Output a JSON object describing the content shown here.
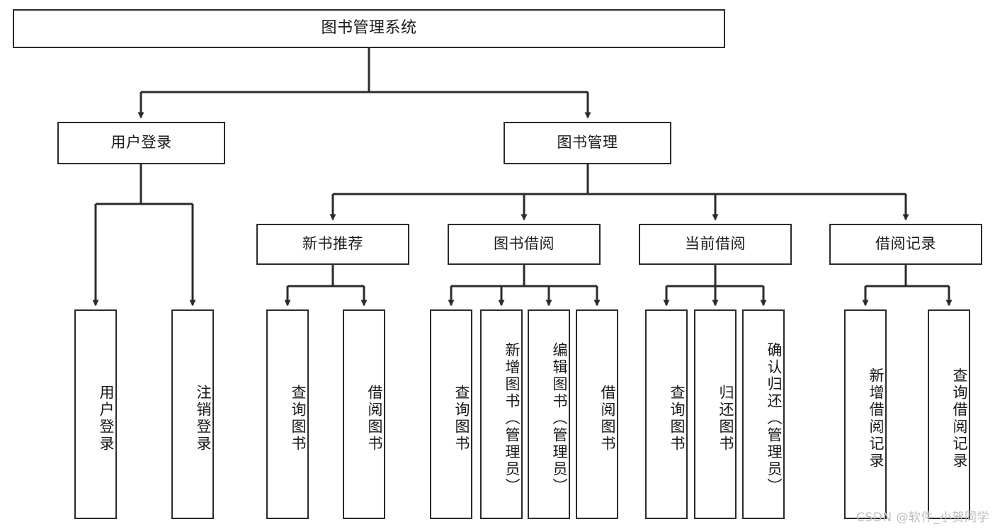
{
  "diagram": {
    "title": "图书管理系统",
    "watermark": "CSDN @软件_小贺同学",
    "line_color": "#2b2b2b",
    "box_fill": "#ffffff",
    "text_color": "#1a1a1a",
    "watermark_color": "#bdbdbd"
  },
  "nodes": {
    "root": {
      "label": "图书管理系统"
    },
    "level2": [
      {
        "label": "用户登录"
      },
      {
        "label": "图书管理"
      }
    ],
    "level3": [
      {
        "label": "新书推荐"
      },
      {
        "label": "图书借阅"
      },
      {
        "label": "当前借阅"
      },
      {
        "label": "借阅记录"
      }
    ],
    "leaves_login": [
      {
        "label": "用户登录"
      },
      {
        "label": "注销登录"
      }
    ],
    "leaves_recommend": [
      {
        "label": "查询图书"
      },
      {
        "label": "借阅图书"
      }
    ],
    "leaves_borrow": [
      {
        "label": "查询图书"
      },
      {
        "label": "新增图书（管理员）"
      },
      {
        "label": "编辑图书（管理员）"
      },
      {
        "label": "借阅图书"
      }
    ],
    "leaves_current": [
      {
        "label": "查询图书"
      },
      {
        "label": "归还图书"
      },
      {
        "label": "确认归还（管理员）"
      }
    ],
    "leaves_records": [
      {
        "label": "新增借阅记录"
      },
      {
        "label": "查询借阅记录"
      }
    ]
  }
}
